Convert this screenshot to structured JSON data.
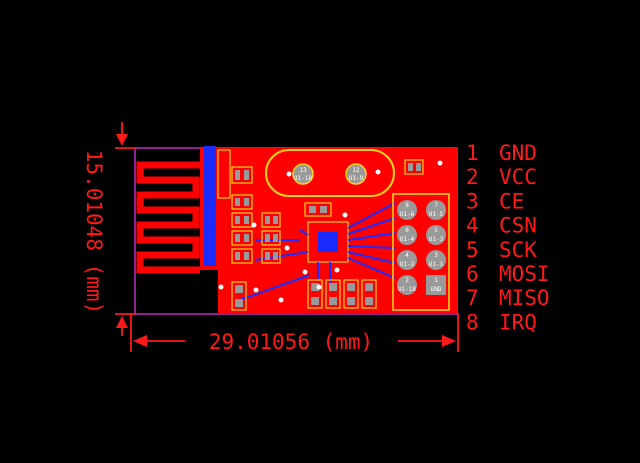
{
  "dimensions": {
    "width": "29.01056 (mm)",
    "height": "15.01048 (mm)"
  },
  "pinout": [
    {
      "number": "1",
      "name": "GND"
    },
    {
      "number": "2",
      "name": "VCC"
    },
    {
      "number": "3",
      "name": "CE"
    },
    {
      "number": "4",
      "name": "CSN"
    },
    {
      "number": "5",
      "name": "SCK"
    },
    {
      "number": "6",
      "name": "MOSI"
    },
    {
      "number": "7",
      "name": "MISO"
    },
    {
      "number": "8",
      "name": "IRQ"
    }
  ],
  "header_pads": [
    {
      "num": "8",
      "ref": "U1-6"
    },
    {
      "num": "7",
      "ref": "U1-5"
    },
    {
      "num": "6",
      "ref": "U1-4"
    },
    {
      "num": "5",
      "ref": "U1-3"
    },
    {
      "num": "4",
      "ref": "U1-2"
    },
    {
      "num": "3",
      "ref": "U1-1"
    },
    {
      "num": "2",
      "ref": "U1-18"
    },
    {
      "num": "1",
      "ref": "GND"
    }
  ],
  "crystal_pads": [
    {
      "num": "13",
      "ref": "U1-18"
    },
    {
      "num": "12",
      "ref": "U1-9"
    }
  ],
  "colors": {
    "background": "#000000",
    "dimension": "#ff1a1a",
    "copper_top": "#ff0000",
    "copper_bottom": "#1a2cff",
    "silkscreen": "#ffd21a",
    "outline": "#c030c0",
    "pad": "#9a9a9a"
  }
}
